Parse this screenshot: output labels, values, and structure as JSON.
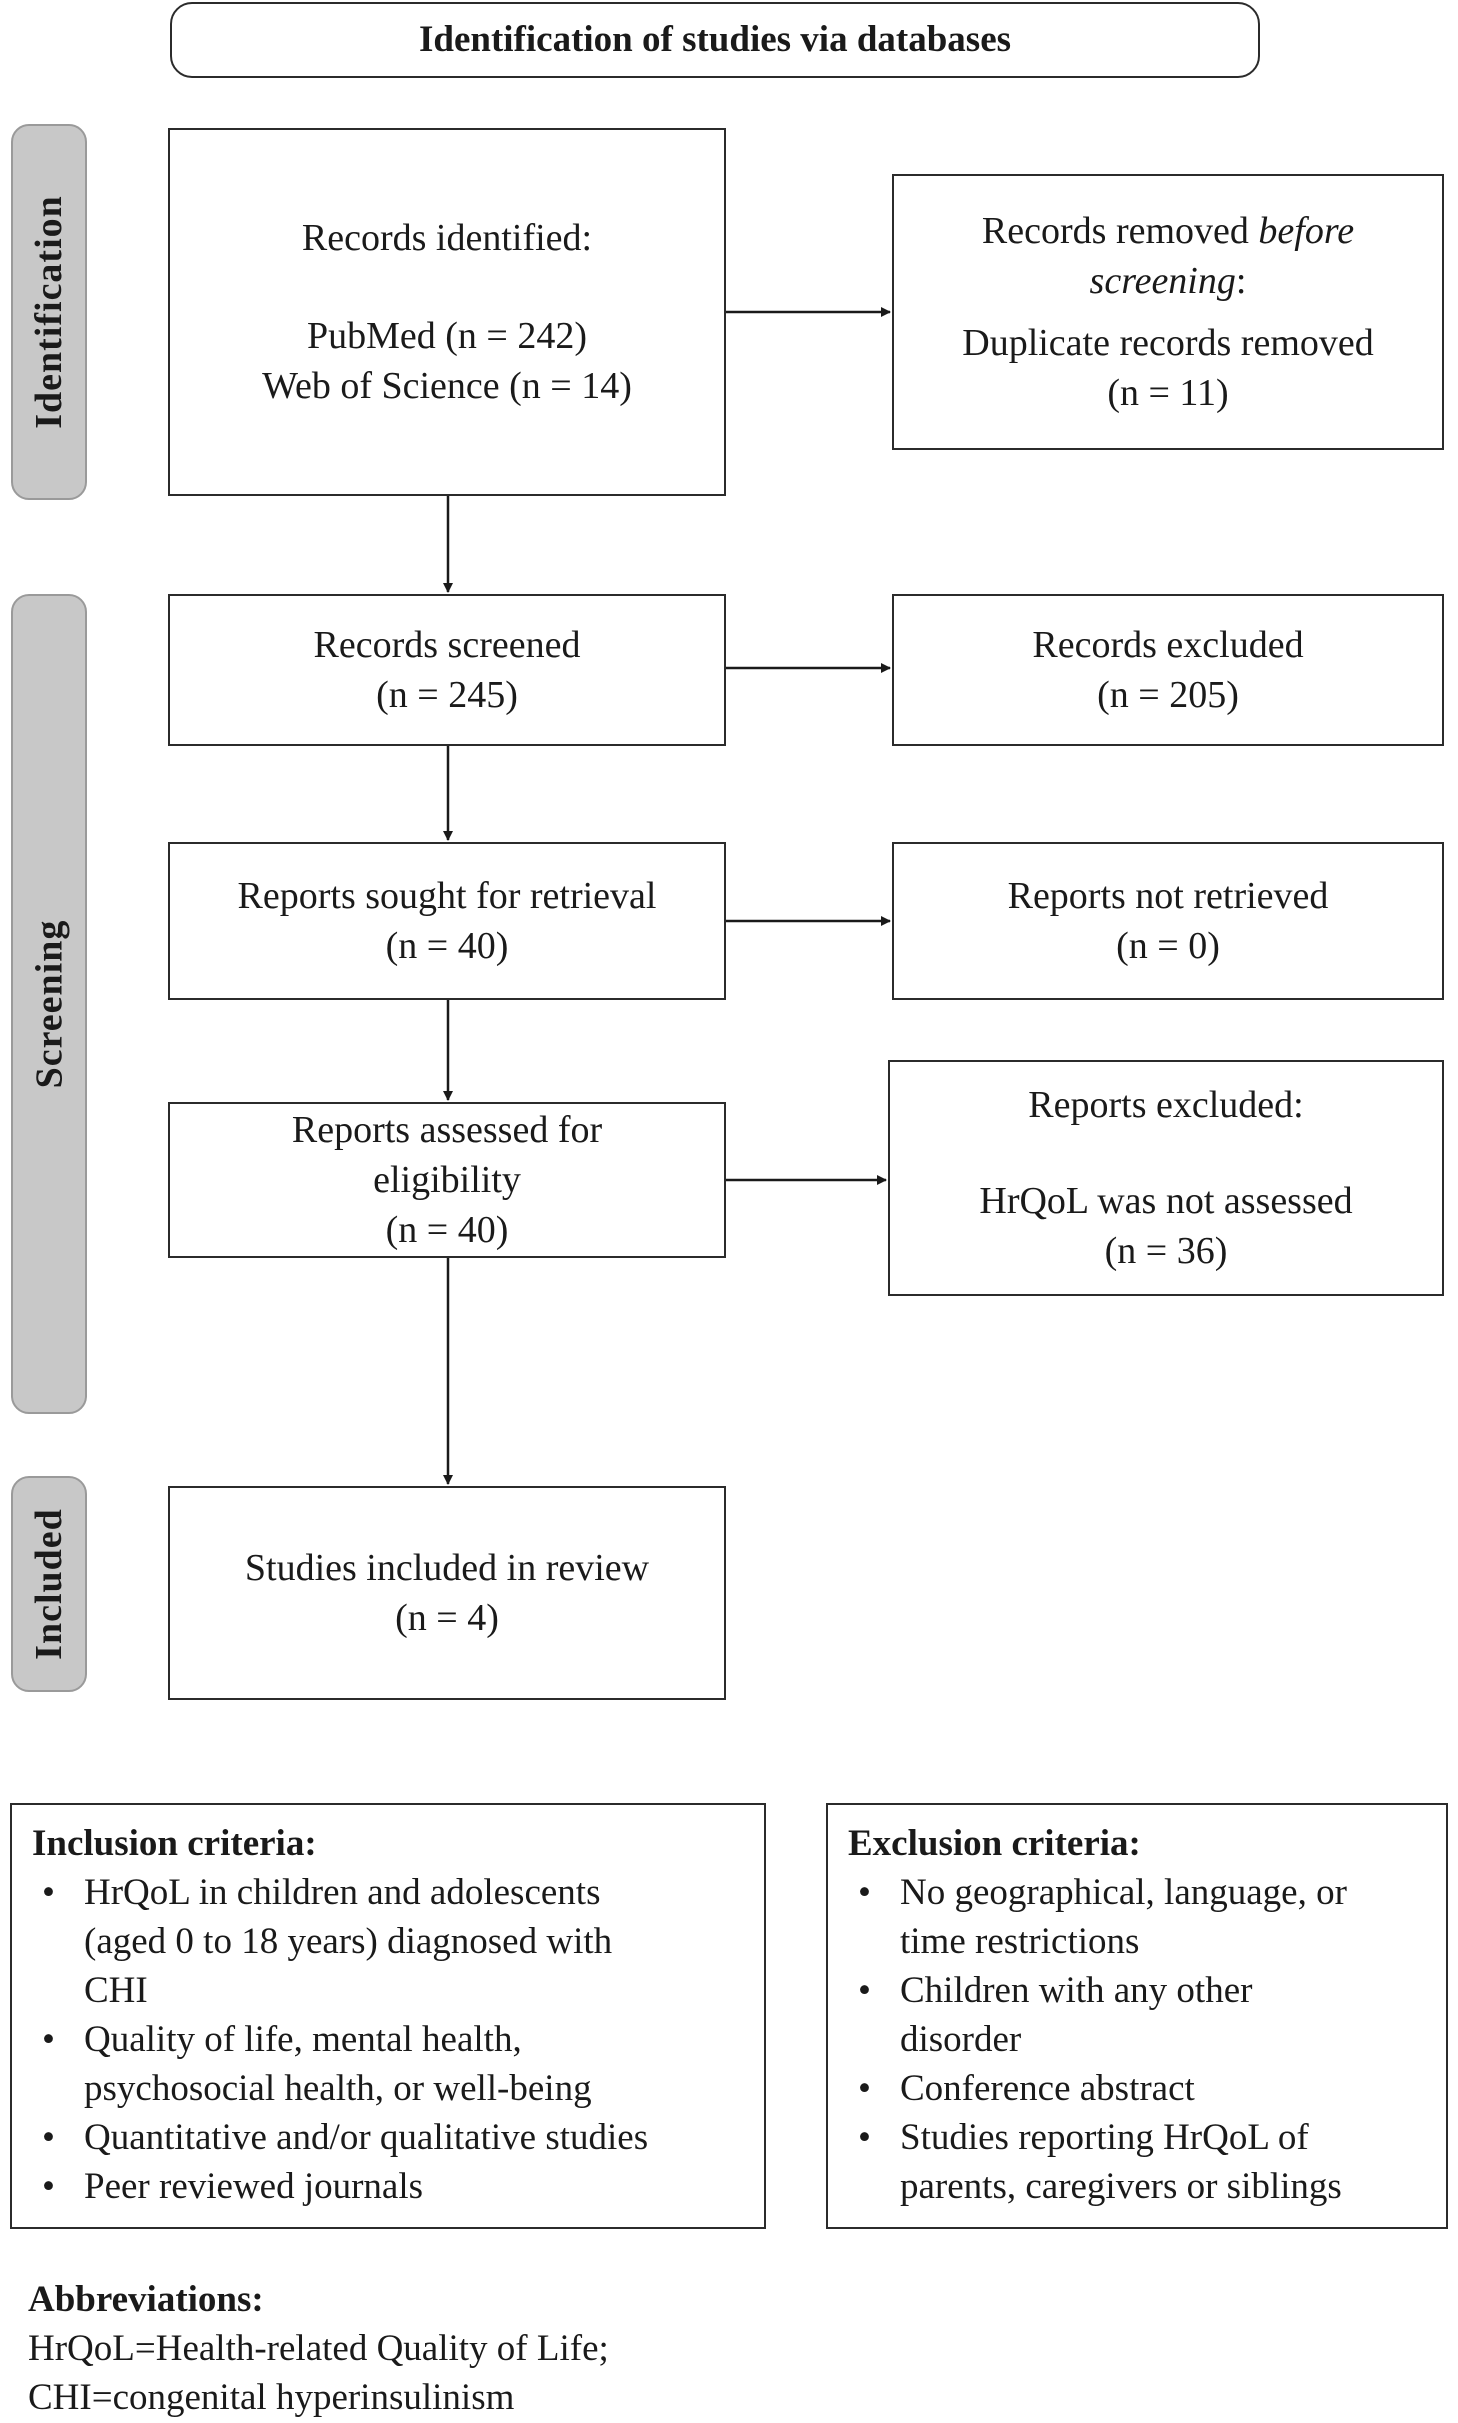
{
  "header": {
    "title": "Identification of studies via databases"
  },
  "phases": {
    "identification": "Identification",
    "screening": "Screening",
    "included": "Included"
  },
  "identification": {
    "records_identified": {
      "heading": "Records identified:",
      "line1": "PubMed (n = 242)",
      "line2": "Web of Science (n = 14)"
    },
    "records_removed": {
      "heading_normal": "Records removed ",
      "heading_italic1": "before",
      "heading_italic2": "screening",
      "heading_colon": ":",
      "line1": "Duplicate records removed",
      "line2": "(n = 11)"
    }
  },
  "screening": {
    "records_screened": {
      "label": "Records screened",
      "count": "(n = 245)"
    },
    "records_excluded": {
      "label": "Records excluded",
      "count": "(n = 205)"
    },
    "reports_sought": {
      "label": "Reports sought for retrieval",
      "count": "(n = 40)"
    },
    "reports_not_retrieved": {
      "label": "Reports not retrieved",
      "count": "(n = 0)"
    },
    "reports_assessed": {
      "label1": "Reports assessed for",
      "label2": "eligibility",
      "count": "(n = 40)"
    },
    "reports_excluded": {
      "heading": "Reports excluded:",
      "reason": "HrQoL was not assessed",
      "count": "(n = 36)"
    }
  },
  "included": {
    "studies_included": {
      "label": "Studies included in review",
      "count": "(n = 4)"
    }
  },
  "inclusion_criteria": {
    "title": "Inclusion criteria:",
    "items": [
      {
        "lines": [
          "HrQoL in children and adolescents",
          "(aged 0 to 18 years) diagnosed with",
          "CHI"
        ]
      },
      {
        "lines": [
          "Quality of life, mental health,",
          "psychosocial health, or well-being"
        ]
      },
      {
        "lines": [
          "Quantitative and/or qualitative studies"
        ]
      },
      {
        "lines": [
          "Peer reviewed journals"
        ]
      }
    ]
  },
  "exclusion_criteria": {
    "title": "Exclusion criteria:",
    "items": [
      {
        "lines": [
          "No geographical, language, or",
          "time restrictions"
        ]
      },
      {
        "lines": [
          "Children with any other",
          "disorder"
        ]
      },
      {
        "lines": [
          "Conference abstract"
        ]
      },
      {
        "lines": [
          "Studies reporting HrQoL of",
          "parents, caregivers or siblings"
        ]
      }
    ]
  },
  "abbreviations": {
    "title": "Abbreviations:",
    "line1": "HrQoL=Health-related Quality of Life;",
    "line2": "CHI=congenital hyperinsulinism"
  }
}
